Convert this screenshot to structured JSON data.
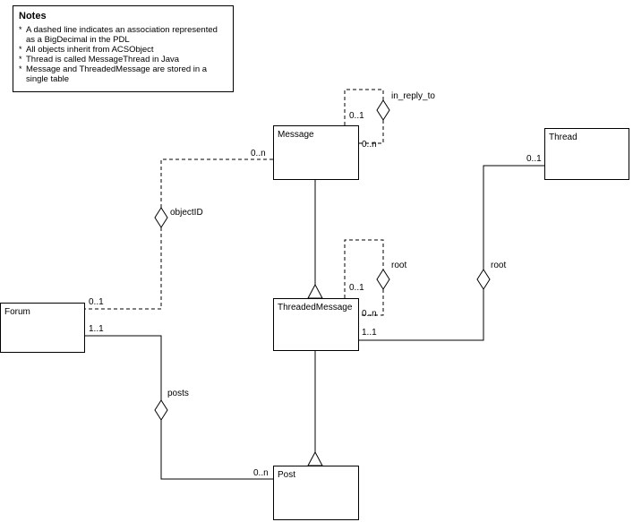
{
  "notes": {
    "title": "Notes",
    "bullet": "*",
    "items": [
      "A dashed line indicates an association represented as a BigDecimal in the PDL",
      "All objects inherit from ACSObject",
      "Thread is called MessageThread in Java",
      "Message and ThreadedMessage are stored in a single table"
    ]
  },
  "classes": {
    "message": "Message",
    "thread": "Thread",
    "forum": "Forum",
    "threaded_message": "ThreadedMessage",
    "post": "Post"
  },
  "association_labels": {
    "in_reply_to": "in_reply_to",
    "objectID": "objectID",
    "root_self": "root",
    "root_thread": "root",
    "posts": "posts"
  },
  "multiplicities": {
    "msg_self_upper": "0..1",
    "msg_self_lower": "0..n",
    "msg_to_forum": "0..n",
    "forum_upper": "0..1",
    "forum_lower": "1..1",
    "tm_self_upper": "0..1",
    "tm_self_lower": "0..n",
    "tm_right": "1..1",
    "thread_left": "0..1",
    "post_left": "0..n"
  },
  "colors": {
    "line": "#000000",
    "fill": "#ffffff"
  }
}
